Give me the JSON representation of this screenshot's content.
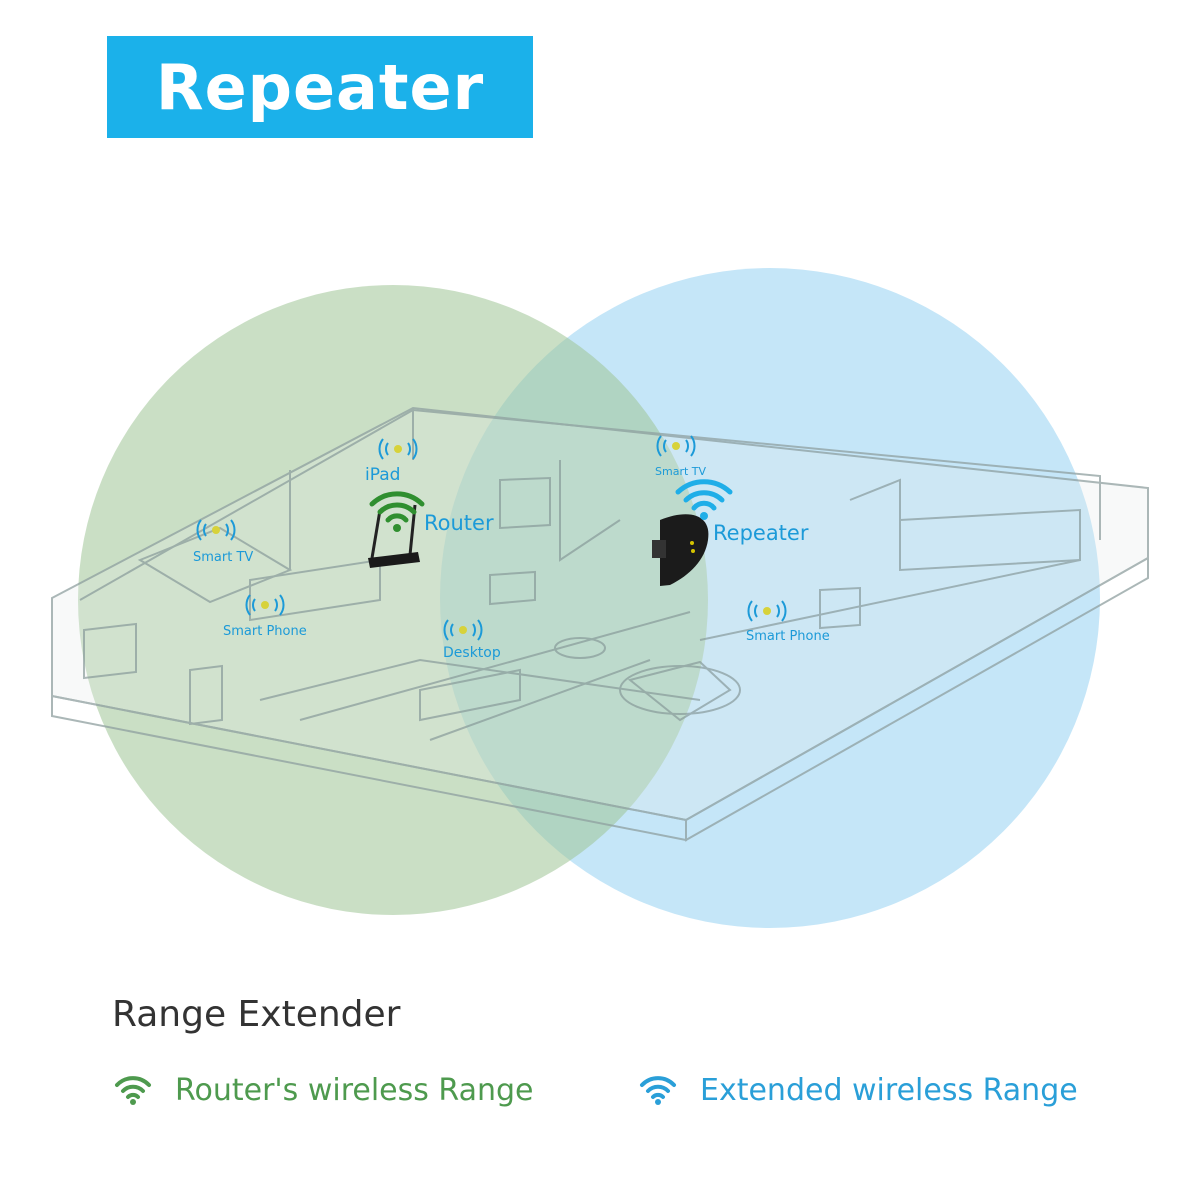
{
  "header": {
    "title": "Repeater"
  },
  "diagram": {
    "router_label": "Router",
    "repeater_label": "Repeater",
    "devices": {
      "ipad": "iPad",
      "smart_tv_left": "Smart TV",
      "smart_phone_left": "Smart Phone",
      "desktop": "Desktop",
      "smart_tv_right": "Smart TV",
      "smart_phone_right": "Smart Phone"
    }
  },
  "legend": {
    "title": "Range Extender",
    "router_range": "Router's wireless Range",
    "extended_range": "Extended wireless Range"
  },
  "colors": {
    "brand_blue": "#1bb1ea",
    "router_green": "#3a9a3a",
    "router_circle": "#b9d6ae",
    "repeater_circle": "#bfe3f7",
    "label_blue": "#1c9ad8",
    "legend_green": "#4e9a4e",
    "legend_blue": "#2a9fd8"
  },
  "icons": [
    "wifi-icon",
    "router-icon",
    "repeater-icon",
    "signal-icon"
  ]
}
